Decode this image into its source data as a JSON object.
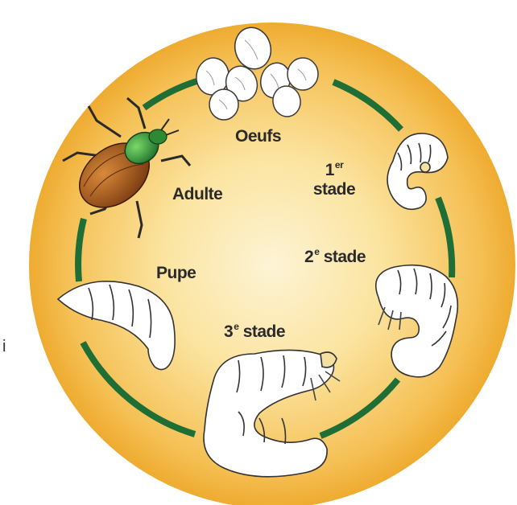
{
  "stages": {
    "oeufs": "Oeufs",
    "stade1_num": "1",
    "stade1_sup": "er",
    "stade1_word": "stade",
    "stade2_num": "2",
    "stade2_sup": "e",
    "stade2_word": " stade",
    "stade3_num": "3",
    "stade3_sup": "e",
    "stade3_word": " stade",
    "pupe": "Pupe",
    "adulte": "Adulte"
  },
  "edge_text": "i",
  "colors": {
    "disc_center": "#fdf2cf",
    "disc_edge": "#f2b43a",
    "cycle_arc": "#1e6e35",
    "larva_fill": "#ffffff",
    "larva_stroke": "#333333",
    "beetle_head": "#3aa33a",
    "beetle_wings": "#b8651e"
  }
}
